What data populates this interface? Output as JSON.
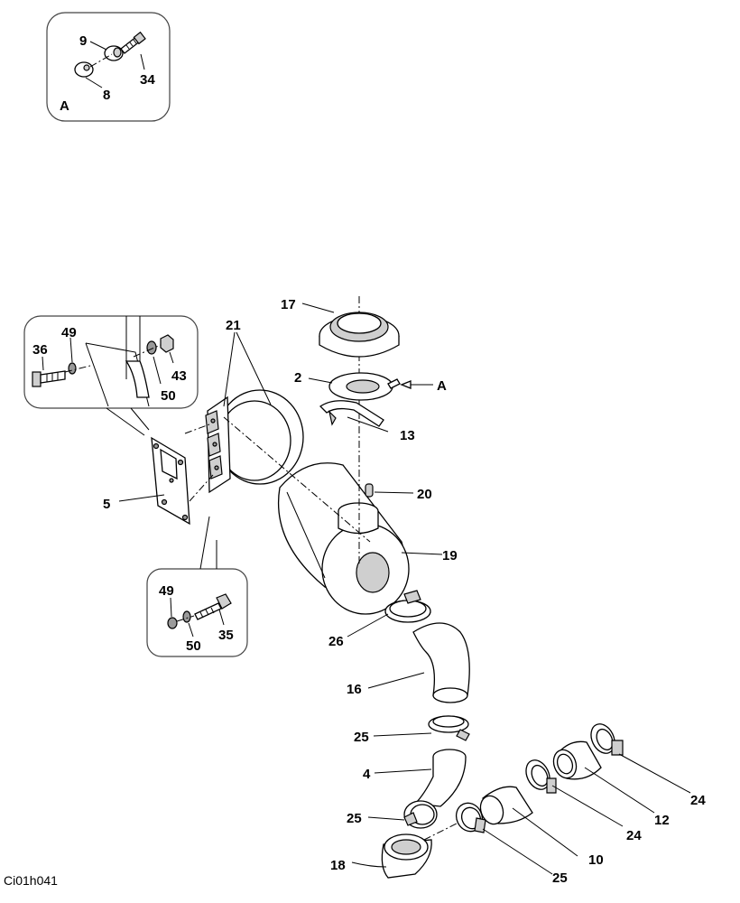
{
  "labels": {
    "detail_a": {
      "p9": "9",
      "p34": "34",
      "p8": "8",
      "letter": "A"
    },
    "main": {
      "p17": "17",
      "p21": "21",
      "p2": "2",
      "pA": "A",
      "p13": "13",
      "p20": "20",
      "p19": "19",
      "p5": "5",
      "p26": "26",
      "p16": "16",
      "p25a": "25",
      "p4": "4",
      "p25b": "25",
      "p18": "18",
      "p25c": "25",
      "p10": "10",
      "p24a": "24",
      "p12": "12",
      "p24b": "24"
    },
    "inset_top": {
      "p36": "36",
      "p49": "49",
      "p43": "43",
      "p50": "50"
    },
    "inset_bottom": {
      "p49": "49",
      "p50": "50",
      "p35": "35"
    }
  },
  "drawing_id": "Ci01h041"
}
